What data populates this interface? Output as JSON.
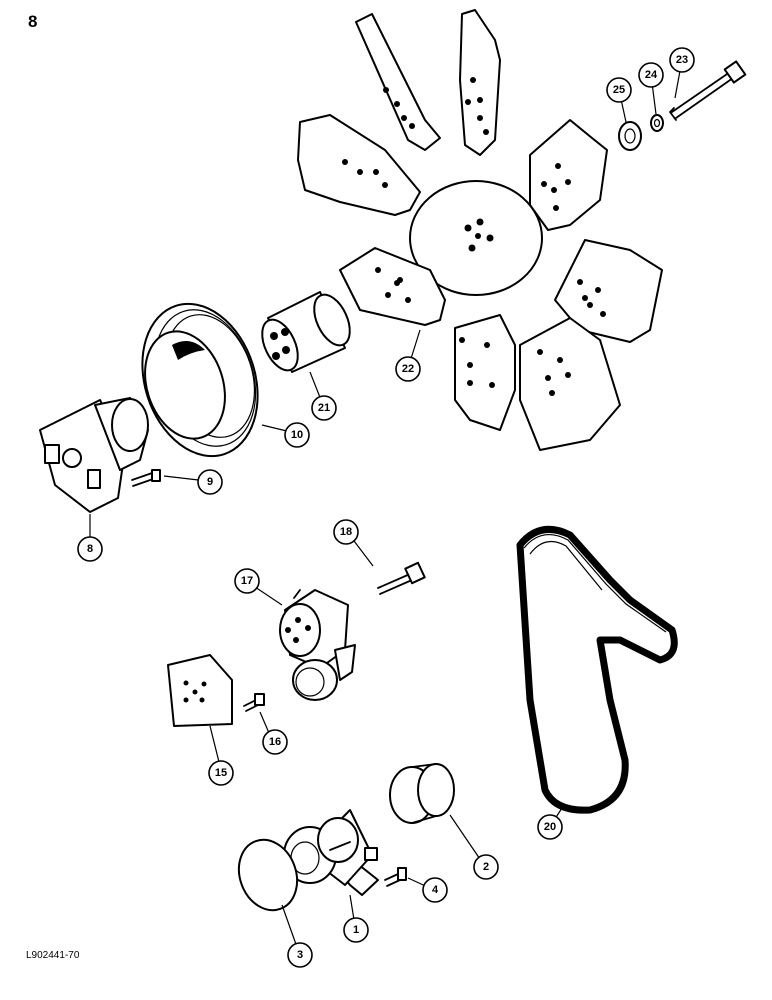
{
  "page_number": "8",
  "figure_code": "L902441-70",
  "callouts": [
    {
      "id": "c1",
      "label": "1"
    },
    {
      "id": "c2",
      "label": "2"
    },
    {
      "id": "c3",
      "label": "3"
    },
    {
      "id": "c4",
      "label": "4"
    },
    {
      "id": "c8",
      "label": "8"
    },
    {
      "id": "c9",
      "label": "9"
    },
    {
      "id": "c10",
      "label": "10"
    },
    {
      "id": "c15",
      "label": "15"
    },
    {
      "id": "c16",
      "label": "16"
    },
    {
      "id": "c17",
      "label": "17"
    },
    {
      "id": "c18",
      "label": "18"
    },
    {
      "id": "c20",
      "label": "20"
    },
    {
      "id": "c21",
      "label": "21"
    },
    {
      "id": "c22",
      "label": "22"
    },
    {
      "id": "c23",
      "label": "23"
    },
    {
      "id": "c24",
      "label": "24"
    },
    {
      "id": "c25",
      "label": "25"
    }
  ]
}
